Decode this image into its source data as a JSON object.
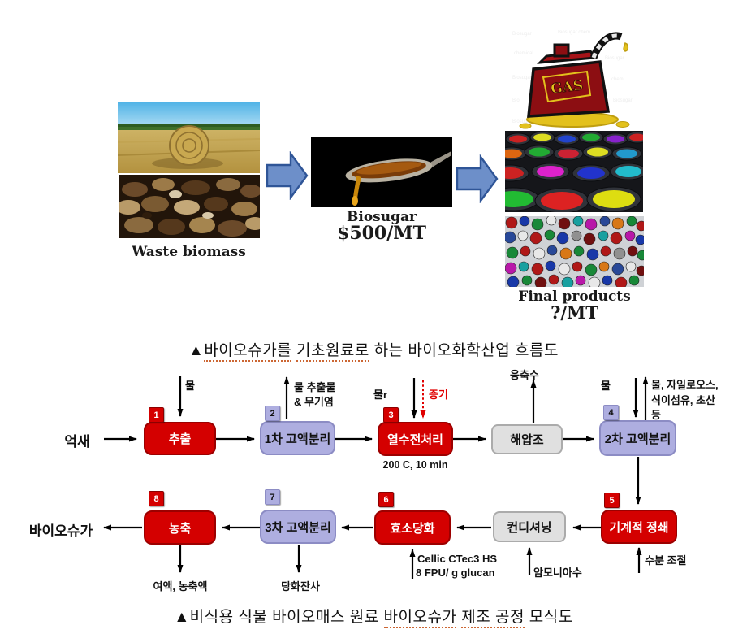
{
  "top_flow": {
    "waste_label": "Waste biomass",
    "biosugar_label": "Biosugar",
    "biosugar_price": "$500/MT",
    "final_label": "Final products",
    "final_price": "?/MT",
    "gas_text": "GAS"
  },
  "captions": {
    "top": {
      "marker": "▲",
      "u1": "바이오슈가를",
      "u2": "기초원료로",
      "rest": "하는 바이오화학산업 흐름도"
    },
    "bottom": {
      "marker": "▲",
      "pre": "비식용 식물 바이오매스 원료",
      "u1": "바이오슈가",
      "u2": "제조 공정",
      "rest": "모식도"
    }
  },
  "flow": {
    "input_label": "억새",
    "output_label": "바이오슈가",
    "boxes": [
      {
        "num": "1",
        "label": "추출",
        "type": "red"
      },
      {
        "num": "2",
        "label": "1차 고액분리",
        "type": "purple"
      },
      {
        "num": "3",
        "label": "열수전처리",
        "type": "red",
        "note": "200 C, 10 min"
      },
      {
        "num": "",
        "label": "해압조",
        "type": "gray"
      },
      {
        "num": "4",
        "label": "2차 고액분리",
        "type": "purple"
      },
      {
        "num": "5",
        "label": "기계적 정쇄",
        "type": "red"
      },
      {
        "num": "",
        "label": "컨디셔닝",
        "type": "gray"
      },
      {
        "num": "6",
        "label": "효소당화",
        "type": "red"
      },
      {
        "num": "7",
        "label": "3차 고액분리",
        "type": "purple"
      },
      {
        "num": "8",
        "label": "농축",
        "type": "red"
      }
    ],
    "streams": {
      "water1": "물",
      "extract1": "물 추출물",
      "extract2": "& 무기염",
      "water3": "물r",
      "steam": "증기",
      "condensate": "응축수",
      "water4": "물",
      "xylose1": "물, 자일로오스,",
      "xylose2": "식이섬유, 초산",
      "xylose3": "등",
      "moisture": "수분 조절",
      "ammonia": "암모니아수",
      "enzyme1": "Cellic CTec3 HS",
      "enzyme2": "8 FPU/ g glucan",
      "residue": "당화잔사",
      "filtrate": "여액, 농축액"
    }
  },
  "colors": {
    "process_red": "#d40000",
    "process_purple": "#aeaee0",
    "process_gray": "#e0e0e0",
    "steam_red": "#e00000",
    "arrow_blue": "#6d8fc9"
  }
}
